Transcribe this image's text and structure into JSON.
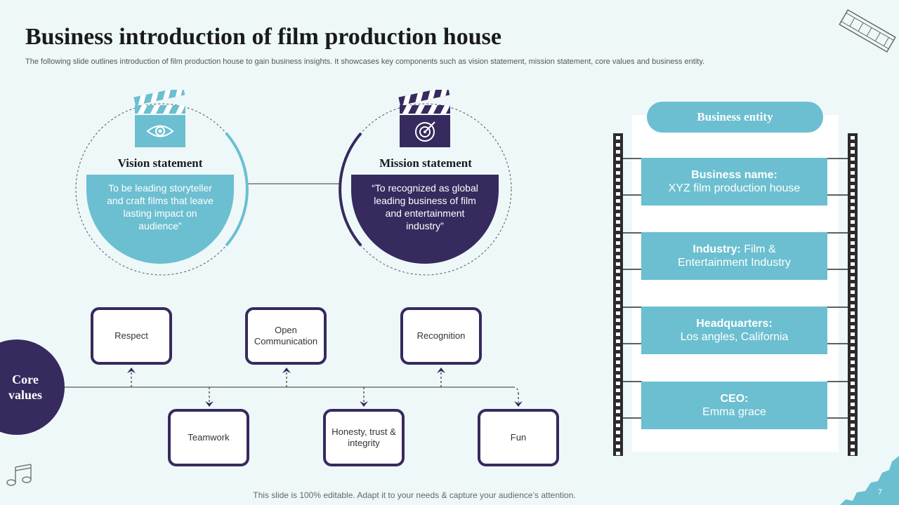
{
  "header": {
    "title": "Business introduction of film production house",
    "subtitle": "The following slide outlines introduction of film production house to gain business insights. It showcases key components such as vision statement, mission statement, core values and business entity."
  },
  "vision": {
    "title": "Vision statement",
    "text": "To be leading storyteller and craft films that leave lasting impact on audience”"
  },
  "mission": {
    "title": "Mission statement",
    "text": "“To recognized as global leading business of film and entertainment industry”"
  },
  "core_values": {
    "label": "Core values",
    "top_items": [
      "Respect",
      "Open Communication",
      "Recognition"
    ],
    "bottom_items": [
      "Teamwork",
      "Honesty, trust & integrity",
      "Fun"
    ]
  },
  "business_entity": {
    "title": "Business entity",
    "items": [
      {
        "label": "Business name:",
        "value": "XYZ film production house"
      },
      {
        "label": "Industry:",
        "value": "Film & Entertainment Industry"
      },
      {
        "label": "Headquarters:",
        "value": "Los angles, California"
      },
      {
        "label": "CEO:",
        "value": "Emma grace"
      }
    ]
  },
  "footer": {
    "note": "This slide is 100% editable. Adapt it to your needs & capture your audience’s attention.",
    "page": "7"
  },
  "colors": {
    "teal": "#6bbfd0",
    "navy": "#372a5e",
    "background": "#eef8f9"
  },
  "icons": [
    "clapperboard-eye-icon",
    "clapperboard-target-icon",
    "film-strip-icon",
    "music-note-icon"
  ]
}
